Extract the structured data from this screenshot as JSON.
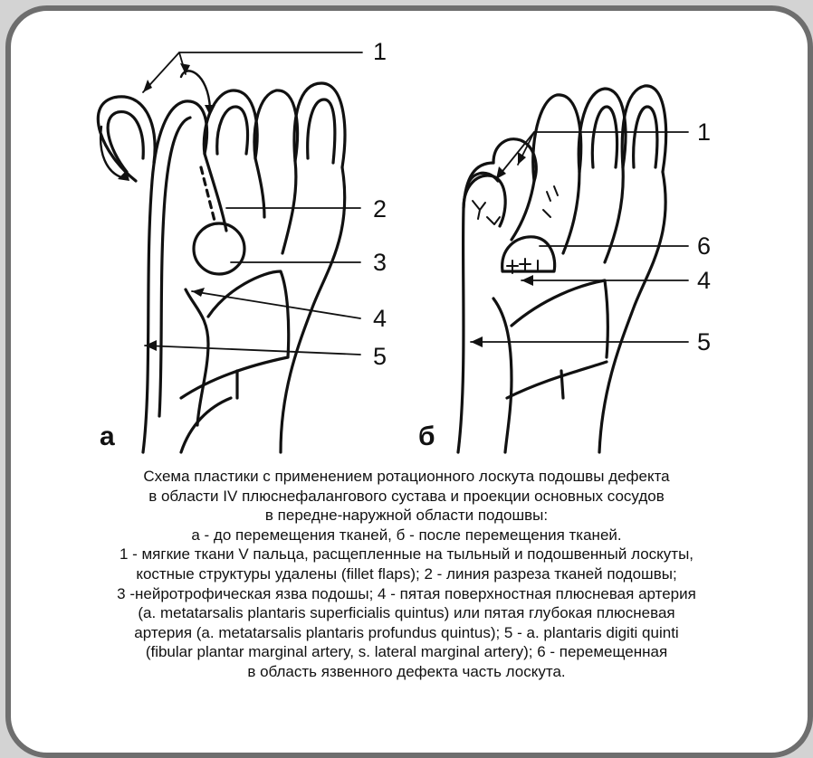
{
  "figure": {
    "panel_a_label": "а",
    "panel_b_label": "б",
    "labels_a": [
      "1",
      "2",
      "3",
      "4",
      "5"
    ],
    "labels_b": [
      "1",
      "6",
      "4",
      "5"
    ]
  },
  "caption": {
    "lines": [
      "Схема пластики с применением ротационного лоскута подошвы дефекта",
      "в области IV плюснефалангового сустава и проекции основных сосудов",
      "в передне-наружной области подошвы:",
      "а - до перемещения тканей, б - после перемещения тканей.",
      "1 - мягкие ткани V пальца, расщепленные на тыльный и подошвенный лоскуты,",
      "костные структуры удалены (fillet flaps); 2 - линия разреза тканей подошвы;",
      "3 -нейротрофическая язва подошы; 4 - пятая поверхностная плюсневая артерия",
      "(a. metatarsalis plantaris superficialis quintus) или пятая глубокая плюсневая",
      "артерия (a. metatarsalis plantaris profundus quintus); 5 - a. plantaris digiti quinti",
      "(fibular plantar marginal artery, s. lateral marginal artery); 6 - перемещенная",
      "в область язвенного дефекта часть лоскута."
    ]
  }
}
